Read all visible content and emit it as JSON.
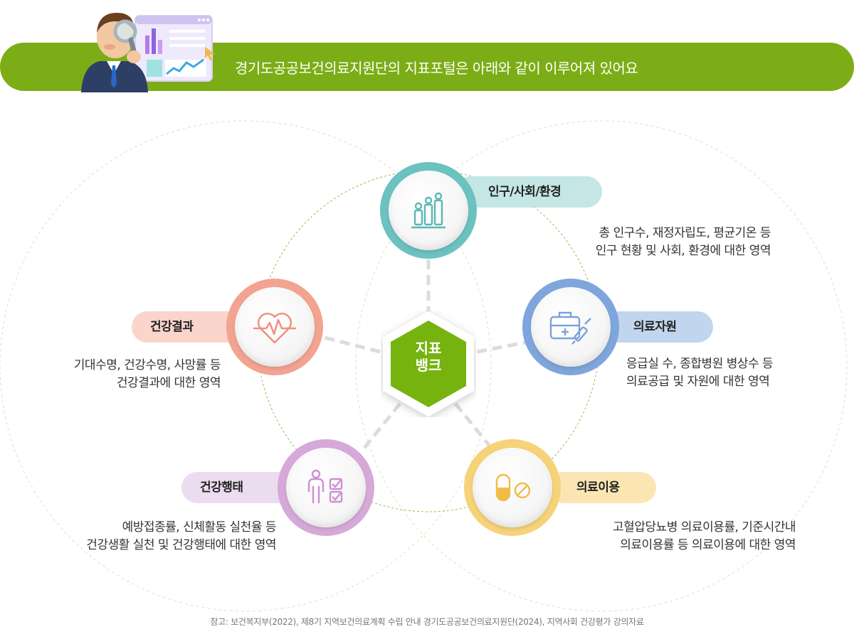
{
  "banner": {
    "text": "경기도공공보건의료지원단의 지표포털은 아래와 같이 이루어져 있어요"
  },
  "center": {
    "line1": "지표",
    "line2": "뱅크"
  },
  "categories": {
    "population": {
      "label": "인구/사회/환경",
      "desc1": "총 인구수, 재정자립도, 평균기온 등",
      "desc2": "인구 현황 및 사회, 환경에 대한 영역",
      "color": "#6cc2c0"
    },
    "medical_resources": {
      "label": "의료자원",
      "desc1": "응급실 수, 종합병원 병상수 등",
      "desc2": "의료공급 및 자원에 대한 영역",
      "color": "#7fa6dc"
    },
    "medical_usage": {
      "label": "의료이용",
      "desc1": "고혈압당뇨병 의료이용률, 기준시간내",
      "desc2": "의료이용률 등 의료이용에 대한 영역",
      "color": "#f6d27a"
    },
    "health_behavior": {
      "label": "건강행태",
      "desc1": "예방접종률, 신체활동 실천율 등",
      "desc2": "건강생활 실천 및 건강행태에 대한 영역",
      "color": "#d6a9d8"
    },
    "health_outcome": {
      "label": "건강결과",
      "desc1": "기대수명, 건강수명, 사망률 등",
      "desc2": "건강결과에 대한 영역",
      "color": "#f3a391"
    }
  },
  "footnote": "참고: 보건복지부(2022), 제8기 지역보건의료계획 수립 안내 경기도공공보건의료지원단(2024), 지역사회 건강평가 강의자료"
}
